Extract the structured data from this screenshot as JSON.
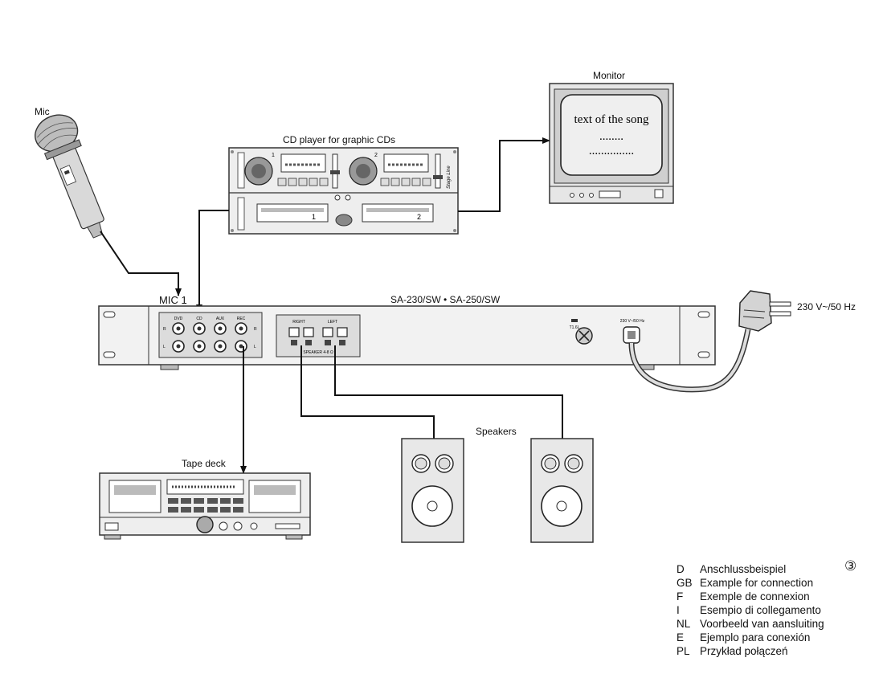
{
  "labels": {
    "mic": "Mic",
    "cd_player": "CD player for graphic CDs",
    "monitor": "Monitor",
    "mic1": "MIC 1",
    "amplifier": "SA-230/SW  •  SA-250/SW",
    "power": "230 V~/50 Hz",
    "speakers": "Speakers",
    "tape_deck": "Tape deck"
  },
  "monitor_screen": {
    "line1": "text of the song",
    "line2": "........",
    "line3": "..............."
  },
  "cd_player_panel": {
    "tray1": "1",
    "tray2": "2",
    "deck1": "1",
    "deck2": "2",
    "brand": "Stage Line"
  },
  "amplifier_panel": {
    "inputs": [
      "DVD",
      "CD",
      "AUX",
      "REC"
    ],
    "right_short": "R",
    "left_short": "L",
    "speaker_right": "RIGHT",
    "speaker_left": "LEFT",
    "speaker_label": "SPEAKER 4-8 Ω",
    "fuse": "T1.6L",
    "power_inlet": "230 V~/50 Hz"
  },
  "figure_number": "③",
  "legend": [
    {
      "code": "D",
      "text": "Anschlussbeispiel"
    },
    {
      "code": "GB",
      "text": "Example for connection"
    },
    {
      "code": "F",
      "text": "Exemple de connexion"
    },
    {
      "code": "I",
      "text": "Esempio di collegamento"
    },
    {
      "code": "NL",
      "text": "Voorbeeld van aansluiting"
    },
    {
      "code": "E",
      "text": "Ejemplo para conexión"
    },
    {
      "code": "PL",
      "text": "Przykład połączeń"
    }
  ]
}
